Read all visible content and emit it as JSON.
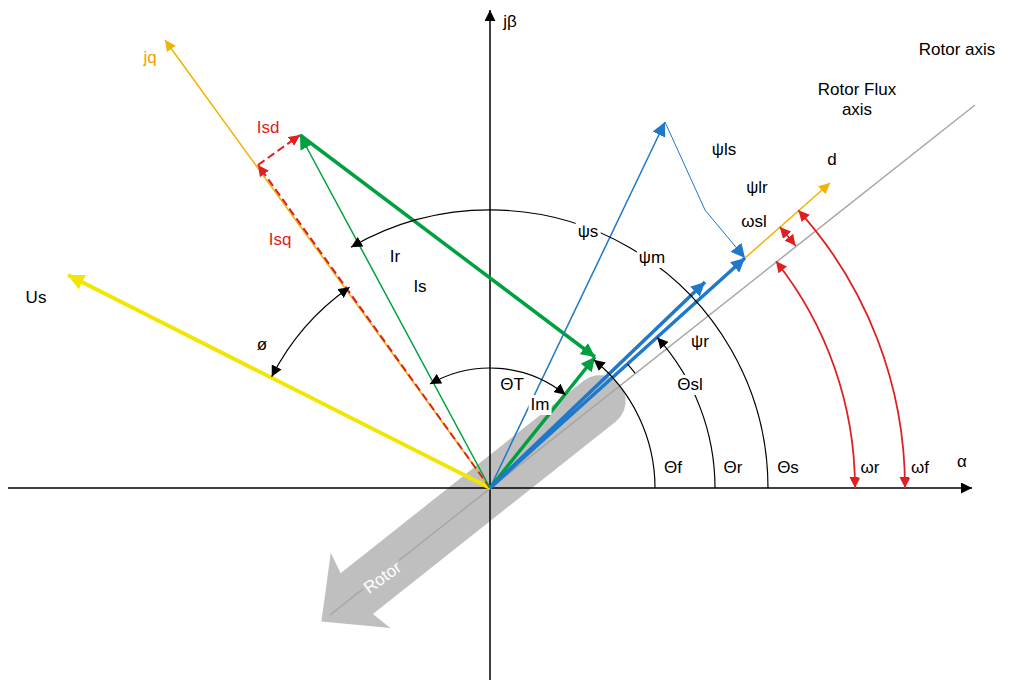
{
  "diagram": {
    "nodes": [
      {
        "text": [
          "Rotor"
        ]
      }
    ],
    "labels": [
      "jβ",
      "Rotor Flux axis",
      "jq",
      "Isd",
      "d",
      "Rotor axis",
      "ψs",
      "ψls",
      "ψlr",
      "Us",
      "Isq",
      "Ir",
      "ψm",
      "ø",
      "Is",
      "ΘT",
      "ψr",
      "ωsl",
      "Θsl",
      "Im",
      "Θf",
      "Θr",
      "Θs",
      "ωr",
      "ωf",
      "α"
    ]
  }
}
